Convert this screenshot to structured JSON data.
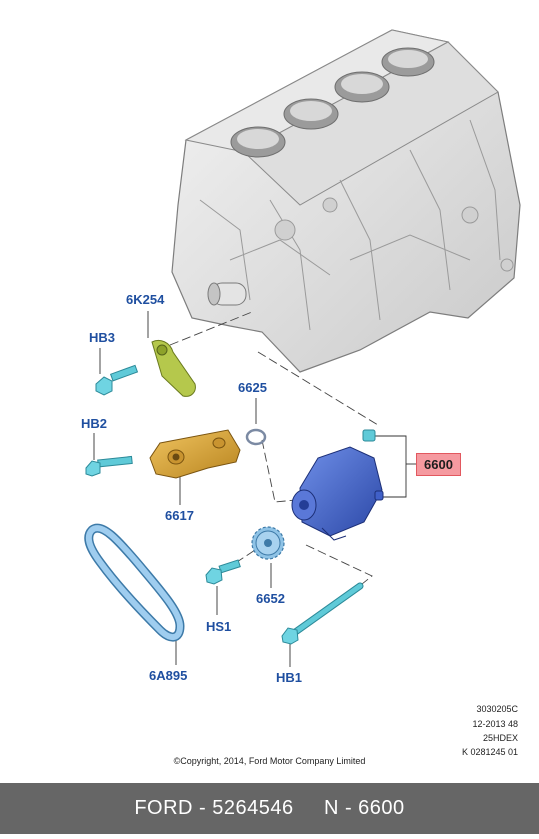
{
  "callouts": {
    "block_bolt_cap": "6K254",
    "hb3": "HB3",
    "hb2": "HB2",
    "o_ring": "6625",
    "bracket": "6617",
    "oil_pump": "6600",
    "sprocket": "6652",
    "hs1": "HS1",
    "chain": "6A895",
    "hb1": "HB1"
  },
  "meta": {
    "line1": "3030205C",
    "line2": "12-2013 48",
    "line3": "25HDEX",
    "line4": "K 0281245 01"
  },
  "copyright": "©Copyright, 2014, Ford Motor Company Limited",
  "footer": {
    "brand": "FORD",
    "part_number": "5264546",
    "ref": "N - 6600"
  },
  "colors": {
    "callout": "#1f4fa0",
    "highlight_bg": "#f59aa0",
    "pump": "#3d5fc4",
    "bolts": "#5fcad8",
    "bracket": "#d9a43a",
    "guide": "#b5c84c",
    "chain": "#8fc3e6",
    "footer_bg": "#666666"
  }
}
